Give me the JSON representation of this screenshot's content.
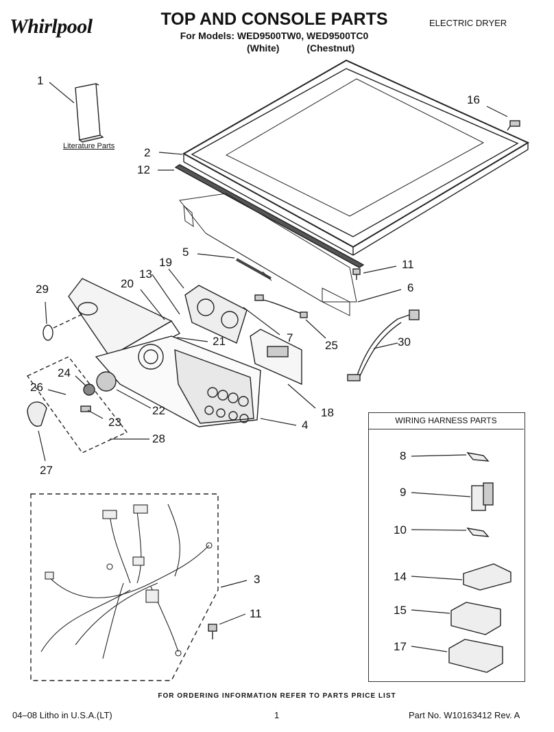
{
  "header": {
    "brand_logo": "Whirlpool",
    "title": "TOP AND CONSOLE PARTS",
    "models_line": "For Models: WED9500TW0, WED9500TC0",
    "variant_white": "(White)",
    "variant_chestnut": "(Chestnut)",
    "appliance_type": "ELECTRIC DRYER"
  },
  "literature_label": "Literature Parts",
  "callouts": {
    "c1": "1",
    "c2": "2",
    "c3": "3",
    "c4": "4",
    "c5": "5",
    "c6": "6",
    "c7": "7",
    "c11a": "11",
    "c11b": "11",
    "c12": "12",
    "c13": "13",
    "c16": "16",
    "c18": "18",
    "c19": "19",
    "c20": "20",
    "c21": "21",
    "c22": "22",
    "c23": "23",
    "c24": "24",
    "c25": "25",
    "c26": "26",
    "c27": "27",
    "c28": "28",
    "c29": "29",
    "c30": "30"
  },
  "harness_panel": {
    "title": "WIRING HARNESS PARTS",
    "items": [
      "8",
      "9",
      "10",
      "14",
      "15",
      "17"
    ]
  },
  "footer": {
    "ordering_note": "FOR ORDERING INFORMATION REFER TO PARTS PRICE LIST",
    "litho": "04–08 Litho in U.S.A.(LT)",
    "page_number": "1",
    "part_number": "Part No. W10163412 Rev. A"
  }
}
